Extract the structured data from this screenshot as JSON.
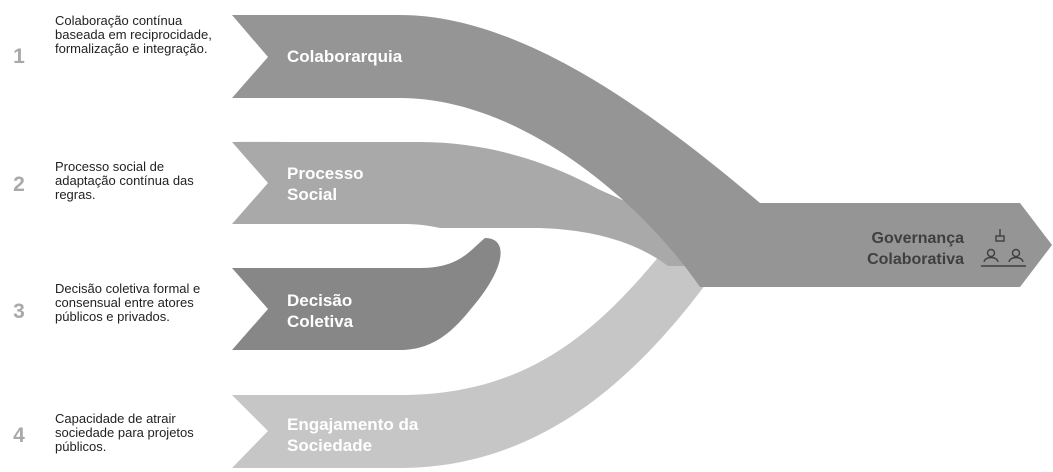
{
  "steps": [
    {
      "number": "1",
      "label": "Colaborarquia",
      "description": "Colaboração contínua baseada em reciprocidade, formalização e integração.",
      "color": "#9e9e9e"
    },
    {
      "number": "2",
      "label": "Processo Social",
      "description": "Processo social de adaptação contínua das regras.",
      "color": "#a9a9a9"
    },
    {
      "number": "3",
      "label": "Decisão Coletiva",
      "description": "Decisão coletiva formal e consensual entre atores públicos e privados.",
      "color": "#878787"
    },
    {
      "number": "4",
      "label": "Engajamento da Sociedade",
      "description": "Capacidade de atrair sociedade para projetos públicos.",
      "color": "#c6c6c6"
    }
  ],
  "target": {
    "label": "Governança Colaborativa",
    "color": "#959595",
    "icon": "people-meeting-icon"
  }
}
